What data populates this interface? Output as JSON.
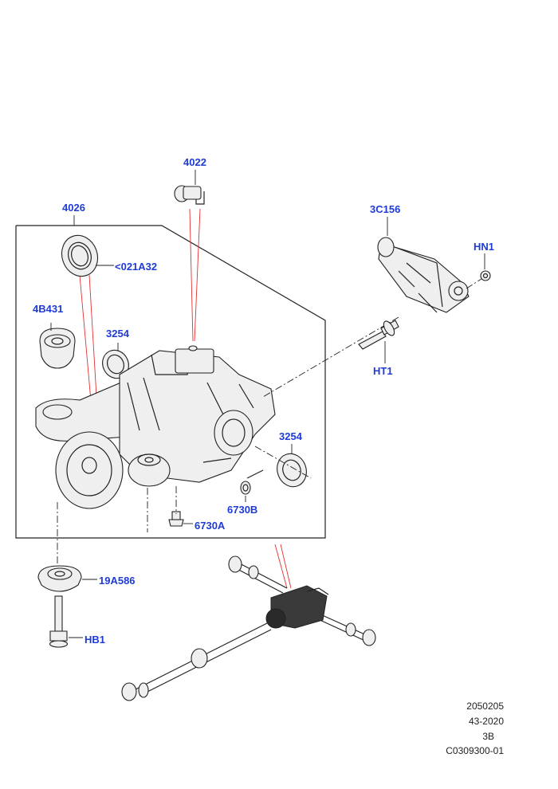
{
  "callouts": {
    "c4022": "4022",
    "c4026": "4026",
    "c3c156": "3C156",
    "chn1": "HN1",
    "c021a32": "<021A32",
    "c4b431": "4B431",
    "c3254a": "3254",
    "cht1": "HT1",
    "c3254b": "3254",
    "c6730b": "6730B",
    "c6730a": "6730A",
    "c19a586": "19A586",
    "chb1": "HB1"
  },
  "footer": {
    "line1": "2050205",
    "line2": "43-2020",
    "line3": "3B",
    "line4": "C0309300-01"
  },
  "colors": {
    "callout": "#1f3bd6",
    "leader_red": "#e53030",
    "outline": "#222222"
  },
  "icons": [
    "rear-differential-icon",
    "driveline-assembly-icon"
  ]
}
